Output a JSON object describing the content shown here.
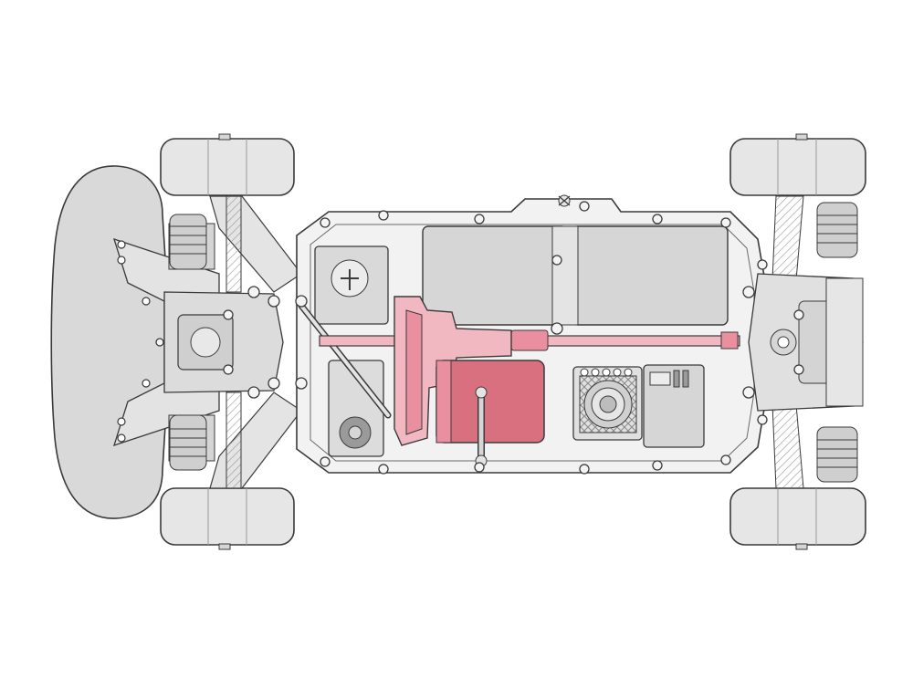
{
  "image": {
    "subject": "rc-car-chassis-top-view",
    "colors": {
      "background": "#ffffff",
      "outline": "#3a3a3a",
      "part_light": "#ededed",
      "part_mid": "#d6d6d6",
      "part_dark": "#c4c4c4",
      "highlight_light": "#f2b8c2",
      "highlight_mid": "#e98f9f",
      "highlight_dark": "#d9707f"
    },
    "highlighted_parts": [
      "motor",
      "gearbox",
      "drive-shaft"
    ]
  }
}
